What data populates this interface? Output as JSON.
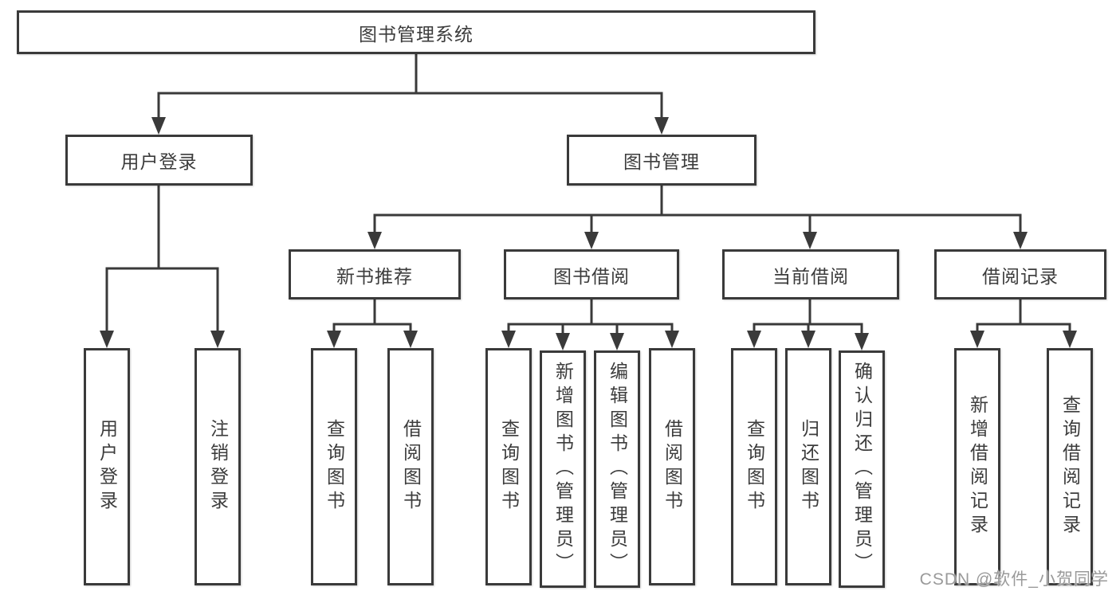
{
  "nodes": {
    "root": {
      "label": "图书管理系统"
    },
    "level2": [
      {
        "id": "user-login",
        "label": "用户登录"
      },
      {
        "id": "book-management",
        "label": "图书管理"
      }
    ],
    "level3": [
      {
        "id": "new-book-recommend",
        "label": "新书推荐"
      },
      {
        "id": "book-borrow",
        "label": "图书借阅"
      },
      {
        "id": "current-borrow",
        "label": "当前借阅"
      },
      {
        "id": "borrow-record",
        "label": "借阅记录"
      }
    ],
    "leaves": [
      {
        "id": "user-login-leaf",
        "label": "用户登录"
      },
      {
        "id": "logout",
        "label": "注销登录"
      },
      {
        "id": "query-book-recommend",
        "label": "查询图书"
      },
      {
        "id": "borrow-book-recommend",
        "label": "借阅图书"
      },
      {
        "id": "query-book-borrow",
        "label": "查询图书"
      },
      {
        "id": "add-book-admin",
        "label": "新增图书（管理员）"
      },
      {
        "id": "edit-book-admin",
        "label": "编辑图书（管理员）"
      },
      {
        "id": "borrow-book",
        "label": "借阅图书"
      },
      {
        "id": "query-book-current",
        "label": "查询图书"
      },
      {
        "id": "return-book",
        "label": "归还图书"
      },
      {
        "id": "confirm-return-admin",
        "label": "确认归还（管理员）"
      },
      {
        "id": "add-borrow-record",
        "label": "新增借阅记录"
      },
      {
        "id": "query-borrow-record",
        "label": "查询借阅记录"
      }
    ]
  },
  "watermark": {
    "text": "CSDN @软件_小贺同学"
  },
  "colors": {
    "line": "#3a3a3a",
    "box_border": "#3a3a3a",
    "text": "#3c3c3c",
    "watermark": "#9a9a9a",
    "background": "#ffffff"
  }
}
